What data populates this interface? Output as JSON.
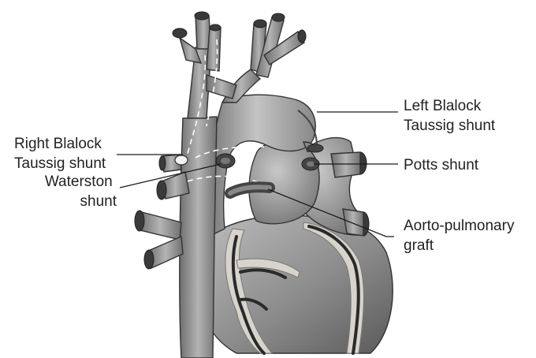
{
  "labels": {
    "left_blalock": [
      "Left Blalock",
      "Taussig shunt"
    ],
    "right_blalock": [
      "Right Blalock",
      "Taussig shunt"
    ],
    "waterston": [
      "Waterston",
      "shunt"
    ],
    "potts": [
      "Potts shunt"
    ],
    "aorto_pulmonary": [
      "Aorto-pulmonary",
      "graft"
    ]
  },
  "colors": {
    "label_text": "#222222",
    "leader_line": "#1a1a1a",
    "heart_dark": "#5a5a5a",
    "heart_mid": "#8c8c8c",
    "heart_light": "#bdbdbd",
    "shunt_marker": "#444444",
    "coronary_fat": "#d8d4cc"
  }
}
